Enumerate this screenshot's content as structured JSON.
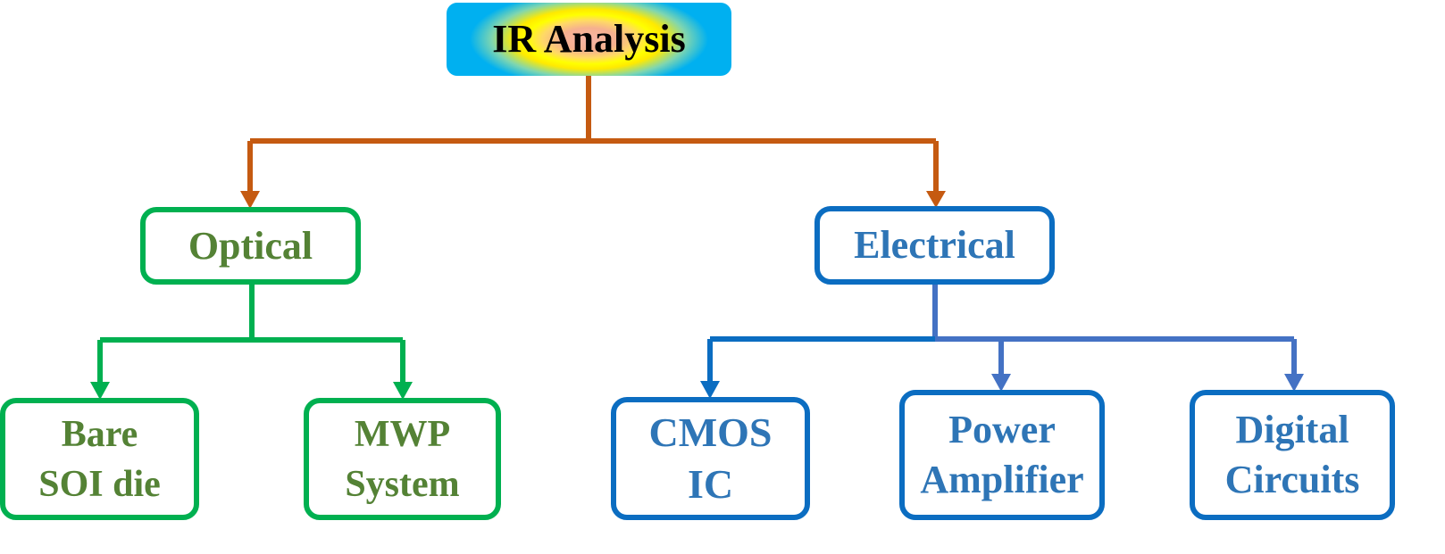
{
  "root": {
    "label": "IR Analysis"
  },
  "branches": [
    {
      "label": "Optical",
      "children": [
        {
          "lines": [
            "Bare",
            "SOI die"
          ]
        },
        {
          "lines": [
            "MWP",
            "System"
          ]
        }
      ]
    },
    {
      "label": "Electrical",
      "children": [
        {
          "lines": [
            "CMOS",
            "IC"
          ]
        },
        {
          "lines": [
            "Power",
            "Amplifier"
          ]
        },
        {
          "lines": [
            "Digital",
            "Circuits"
          ]
        }
      ]
    }
  ],
  "colors": {
    "root_connector": "#c55a11",
    "optical_border": "#00b050",
    "optical_text": "#548235",
    "electrical_border": "#0b6dc1",
    "electrical_connector": "#4472c4",
    "electrical_text": "#2e75b6"
  }
}
